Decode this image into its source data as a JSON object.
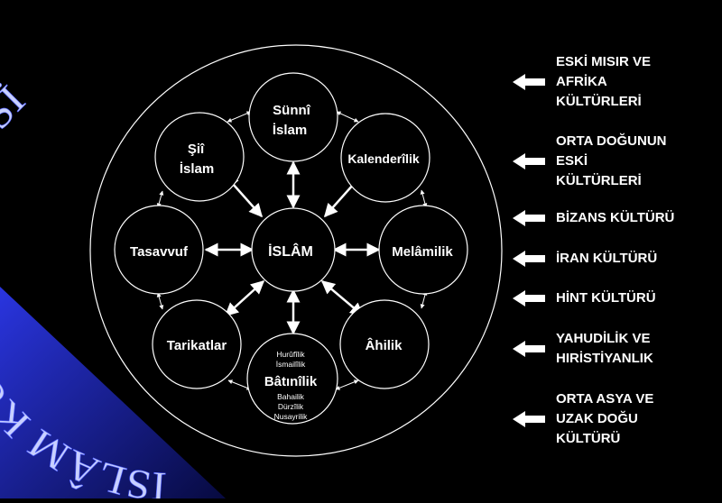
{
  "title": "İSLÂM KÜLTÜR DÂİRESİ",
  "center": "İSLÂM",
  "nodes": {
    "sunni": [
      "Sünnî",
      "İslam"
    ],
    "shii": [
      "Şiî",
      "İslam"
    ],
    "kalenderilik": "Kalenderîlik",
    "tasavvuf": "Tasavvuf",
    "melamilik": "Melâmilik",
    "tarikatlar": "Tarikatlar",
    "ahilik": "Âhilik",
    "batinilik": {
      "label": "Bâtınîlik",
      "above": [
        "Hurûfîlik",
        "İsmailîlik"
      ],
      "below": [
        "Bahailik",
        "Dürzîlik",
        "Nusayrilik"
      ]
    }
  },
  "influences": [
    [
      "ESKİ MISIR VE",
      "AFRİKA",
      "KÜLTÜRLERİ"
    ],
    [
      "ORTA DOĞUNUN",
      "ESKİ",
      "KÜLTÜRLERİ"
    ],
    [
      "BİZANS KÜLTÜRÜ"
    ],
    [
      "İRAN KÜLTÜRÜ"
    ],
    [
      "HİNT KÜLTÜRÜ"
    ],
    [
      "YAHUDİLİK VE",
      "HIRİSTİYANLIK"
    ],
    [
      "ORTA ASYA VE",
      "UZAK DOĞU",
      "KÜLTÜRÜ"
    ]
  ],
  "colors": {
    "background": "#000000",
    "foreground": "#ffffff",
    "title": "#c8d0ff",
    "wedge": "#1a23c8"
  }
}
